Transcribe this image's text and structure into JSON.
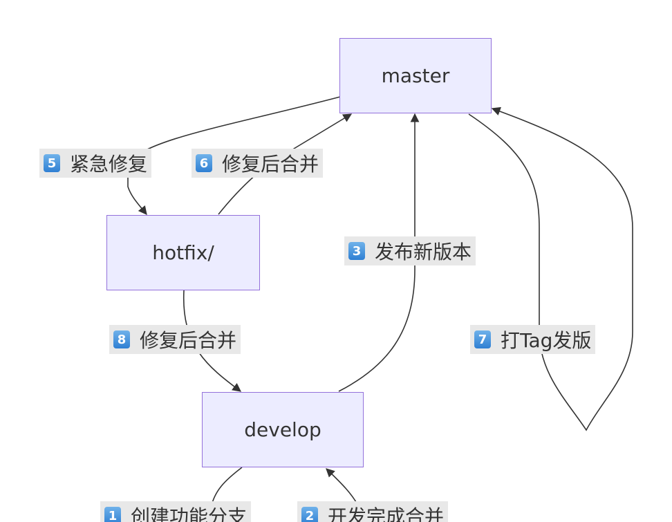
{
  "nodes": {
    "master": "master",
    "hotfix": "hotfix/",
    "develop": "develop"
  },
  "edges": {
    "e1": {
      "num": "1",
      "text": "创建功能分支"
    },
    "e2": {
      "num": "2",
      "text": "开发完成合并"
    },
    "e3": {
      "num": "3",
      "text": "发布新版本"
    },
    "e5": {
      "num": "5",
      "text": "紧急修复"
    },
    "e6": {
      "num": "6",
      "text": "修复后合并"
    },
    "e7": {
      "num": "7",
      "text": "打Tag发版"
    },
    "e8": {
      "num": "8",
      "text": "修复后合并"
    }
  },
  "colors": {
    "node_fill": "#ECECFF",
    "node_border": "#9370DB",
    "edge": "#333333",
    "label_bg": "#e8e8e8",
    "badge": "#3b8ad9"
  }
}
